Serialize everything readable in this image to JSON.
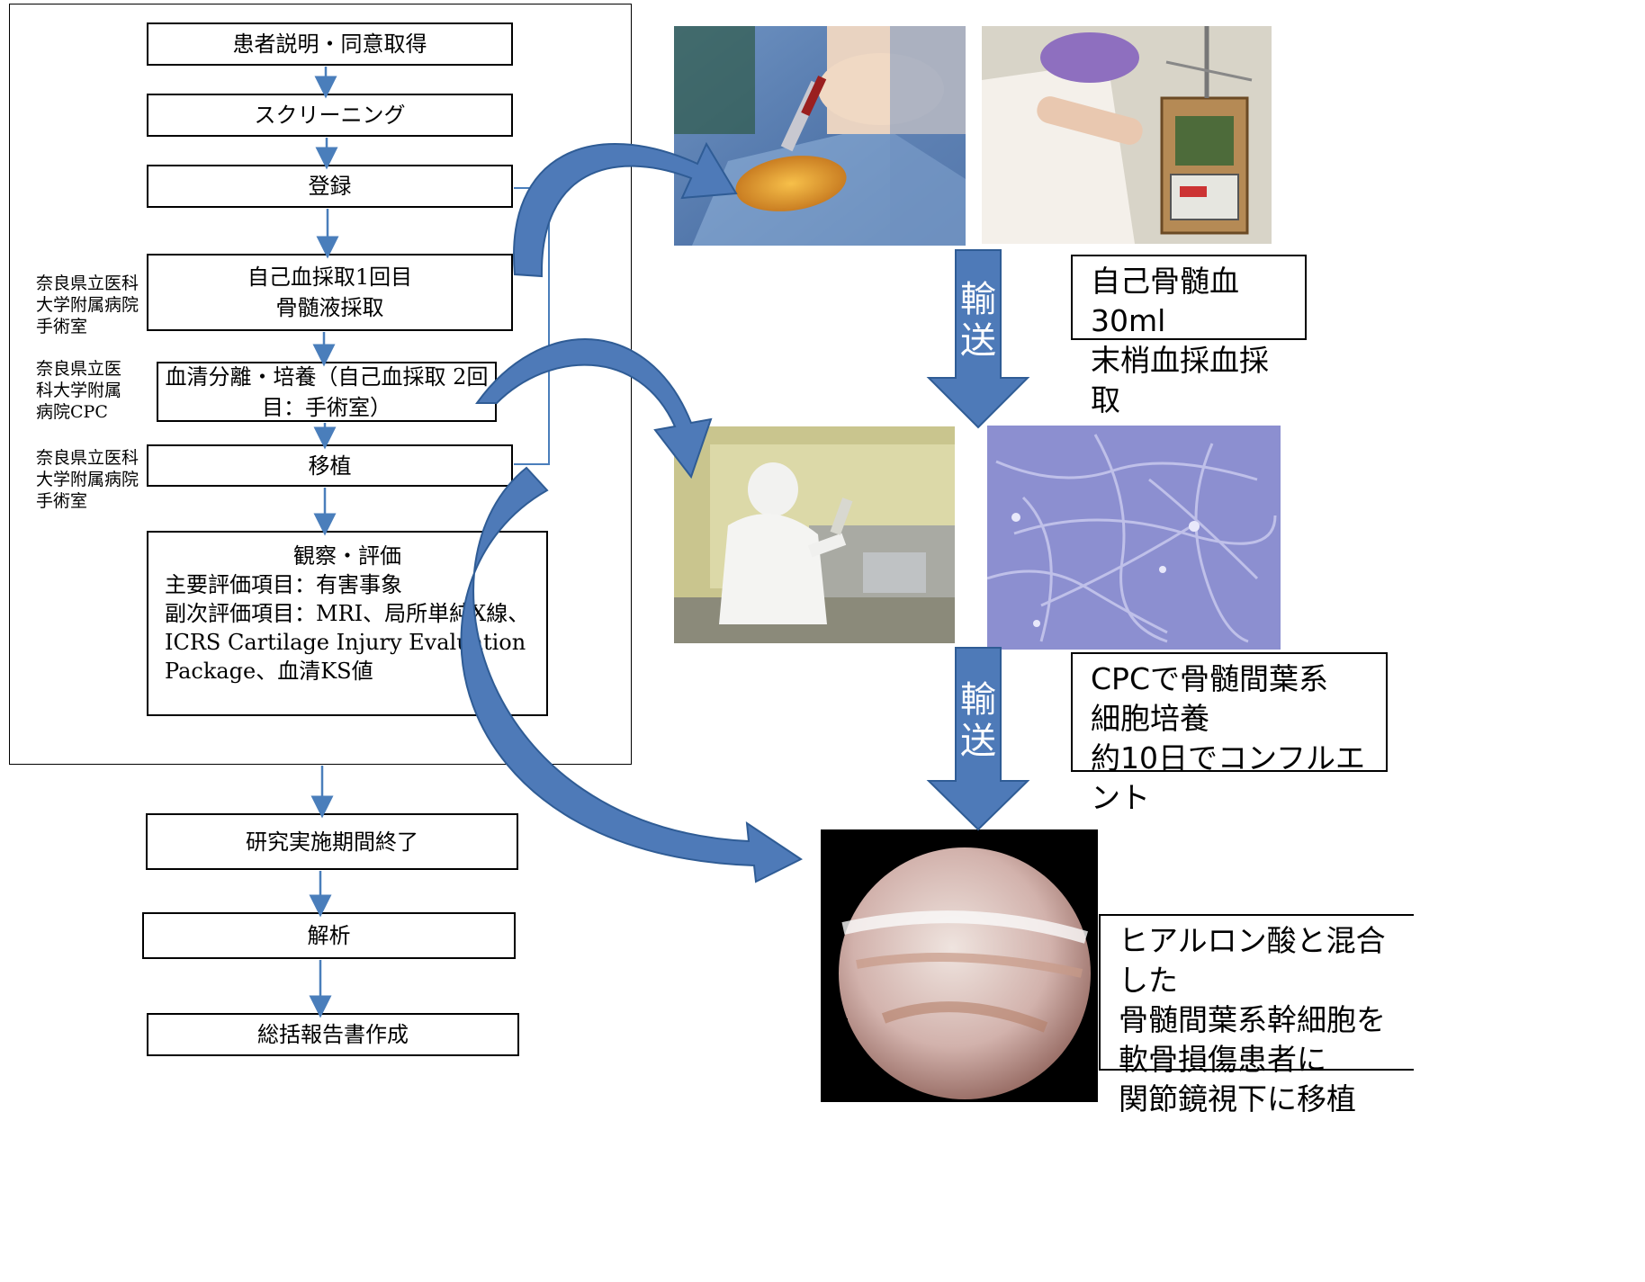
{
  "flow": {
    "steps": [
      "患者説明・同意取得",
      "スクリーニング",
      "登録",
      "自己血採取1回目\n骨髄液採取",
      "血清分離・培養（自己血採取 2回\n目：手術室）",
      "移植",
      "研究実施期間終了",
      "解析",
      "総括報告書作成"
    ],
    "observation": {
      "heading": "観察・評価",
      "lines": [
        "主要評価項目：有害事象",
        "副次評価項目：MRI、局所単純X線、",
        "ICRS Cartilage Injury Evaluation",
        "Package、血清KS値"
      ]
    },
    "side_labels": [
      "奈良県立医科\n大学附属病院\n手術室",
      "奈良県立医\n科大学附属\n病院CPC",
      "奈良県立医科\n大学附属病院\n手術室"
    ]
  },
  "transport_label": "輸\n送",
  "captions": [
    "自己骨髄血30ml\n末梢血採血採取",
    "CPCで骨髄間葉系\n細胞培養\n約10日でコンフルエント",
    "ヒアルロン酸と混合した\n骨髄間葉系幹細胞を\n軟骨損傷患者に\n関節鏡視下に移植"
  ],
  "colors": {
    "arrow_fill": "#4e7ab8",
    "arrow_stroke": "#2f5c95",
    "connector": "#4a7ebb"
  }
}
